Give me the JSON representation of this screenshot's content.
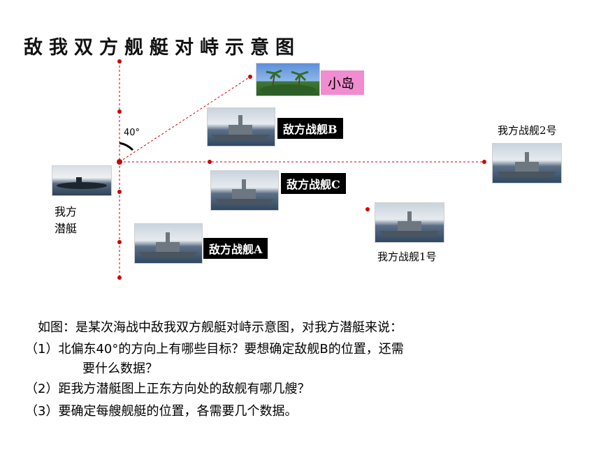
{
  "title": "敌我双方舰艇对峙示意图",
  "angle_label": "40°",
  "island_label": "小岛",
  "submarine_label": "我方\n潜艇",
  "ships": {
    "enemy_b": "敌方战舰B",
    "enemy_c": "敌方战舰C",
    "enemy_a": "敌方战舰A",
    "ours_2": "我方战舰2号",
    "ours_1": "我方战舰1号"
  },
  "questions": {
    "intro": "如图：是某次海战中敌我双方舰艇对峙示意图，对我方潜艇来说：",
    "q1_line1": "（1）北偏东40°的方向上有哪些目标？要想确定敌舰B的位置，还需",
    "q1_line2": "要什么数据？",
    "q2": "（2）距我方潜艇图上正东方向处的敌舰有哪几艘？",
    "q3": "（3）要确定每艘舰艇的位置，各需要几个数据。"
  },
  "colors": {
    "axis_dot": "#cc0000",
    "label_black": "#000000",
    "island_label_bg": "#f08ccf"
  }
}
